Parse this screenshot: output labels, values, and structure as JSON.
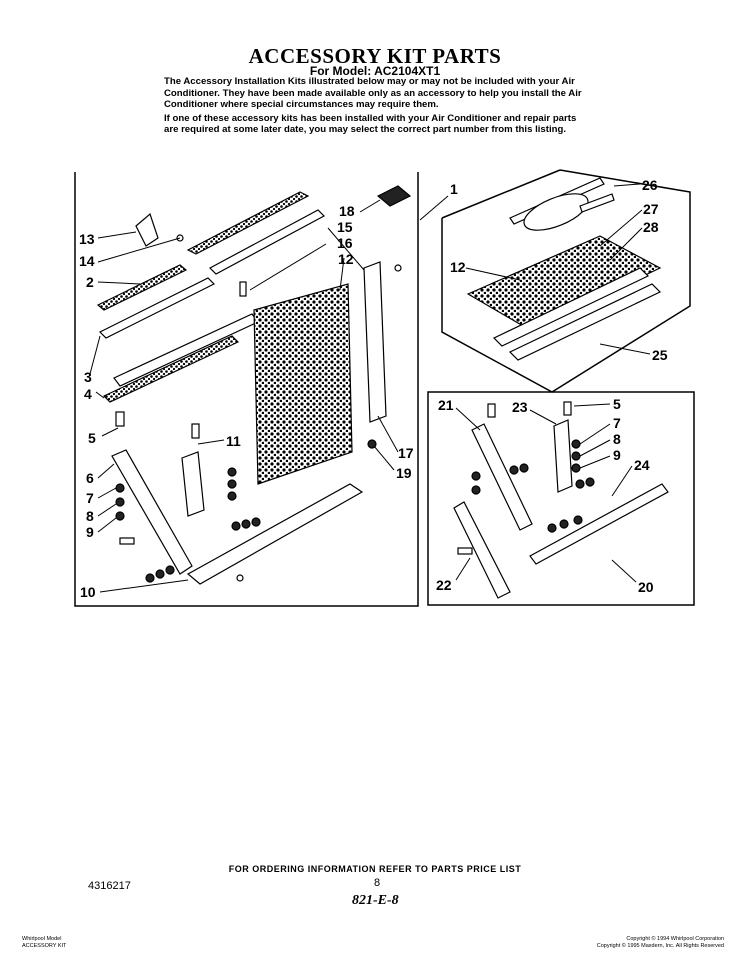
{
  "header": {
    "title": "ACCESSORY KIT PARTS",
    "subtitle": "For Model: AC2104XT1"
  },
  "intro": {
    "paragraph1": "The Accessory Installation Kits illustrated below may or may not be included with your Air Conditioner. They have been made available only as an accessory to help you install the Air Conditioner where special circumstances may require them.",
    "paragraph2": "If one of these accessory kits has been installed with your Air Conditioner and repair parts are required at some later date, you may select the correct part number from this listing."
  },
  "callouts": {
    "main_panel": [
      "13",
      "14",
      "2",
      "3",
      "4",
      "18",
      "15",
      "16",
      "12",
      "1",
      "5",
      "11",
      "6",
      "7",
      "8",
      "9",
      "17",
      "19",
      "10"
    ],
    "top_right": [
      "26",
      "27",
      "28",
      "12",
      "25"
    ],
    "bottom_right": [
      "21",
      "23",
      "5",
      "7",
      "8",
      "9",
      "24",
      "22",
      "20"
    ]
  },
  "footer": {
    "ordering_note": "FOR ORDERING INFORMATION REFER TO PARTS PRICE LIST",
    "doc_number": "4316217",
    "page_number": "8",
    "handwritten_note": "821-E-8",
    "left_line1": "Whirlpool Model",
    "left_line2": "ACCESSORY KIT",
    "right_line1": "Copyright © 1994 Whirlpool Corporation",
    "right_line2": "Copyright © 1995 Maxdern, Inc. All Rights Reserved"
  }
}
